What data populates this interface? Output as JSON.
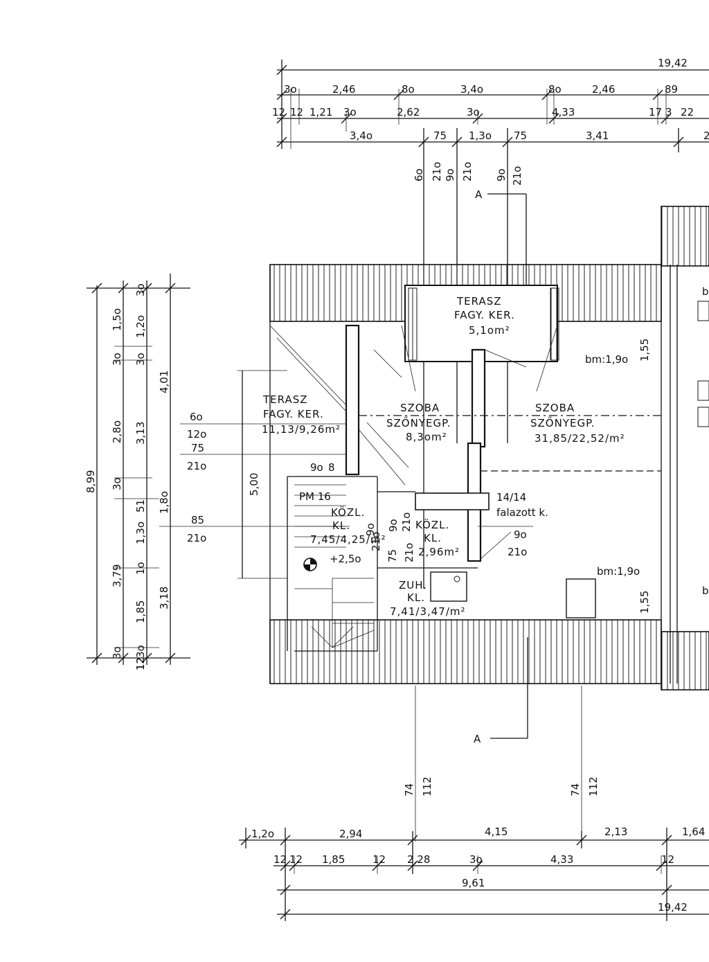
{
  "dims_top": {
    "row0": [
      "19,42"
    ],
    "row1": [
      "3o",
      "2,46",
      "8o",
      "3,4o",
      "8o",
      "2,46",
      "89"
    ],
    "row2": [
      "12",
      "12",
      "1,21",
      "3o",
      "2,62",
      "3o",
      "4,33",
      "17",
      "3",
      "22"
    ],
    "row3": [
      "3,4o",
      "75",
      "1,3o",
      "75",
      "3,41",
      "2"
    ]
  },
  "dims_vertical_top": [
    "6o",
    "21o",
    "9o",
    "21o",
    "9o",
    "21o"
  ],
  "dims_left": {
    "total": "8,99",
    "col1": [
      "3,79",
      "3o"
    ],
    "col2": [
      "1,5o",
      "3o",
      "2,8o",
      "3o",
      "1,3o",
      "1,85",
      "3o",
      "12"
    ],
    "col3": [
      "3o",
      "1,2o",
      "3o",
      "3,13",
      "51",
      "1o",
      "12"
    ],
    "col4": [
      "4,01",
      "1,8o",
      "3,18"
    ]
  },
  "openings_left": [
    "6o",
    "12o",
    "75",
    "21o",
    "85",
    "21o"
  ],
  "dim_500": "5,00",
  "section_labels": [
    "A",
    "A"
  ],
  "rooms": [
    {
      "name": "TERASZ",
      "sub": "FAGY. KER.",
      "area": "5,1om²"
    },
    {
      "name": "TERASZ",
      "sub": "FAGY. KER.",
      "area": "11,13/9,26m²"
    },
    {
      "name": "SZOBA",
      "sub": "SZŐNYEGP.",
      "area": "8,3om²"
    },
    {
      "name": "SZOBA",
      "sub": "SZŐNYEGP.",
      "area": "31,85/22,52/m²"
    },
    {
      "name": "KÖZL.",
      "sub": "KL.",
      "area": "7,45/4,25/m²"
    },
    {
      "name": "KÖZL.",
      "sub": "KL.",
      "area": "2,96m²"
    },
    {
      "name": "ZUH.",
      "sub": "KL.",
      "area": "7,41/3,47/m²"
    }
  ],
  "annotations": {
    "bm1": "bm:1,9o",
    "bm1_dim": "1,55",
    "bm2": "bm:1,9o",
    "bm2_dim": "1,55",
    "pm": "PM 16",
    "level": "+2,5o",
    "wall_note": "14/14",
    "wall_note2": "falazott k.",
    "door1": "9o",
    "door1b": "21o",
    "door2": "9o",
    "door2b": "21o",
    "door3": "75",
    "door3b": "21o",
    "door4": "9o",
    "door4b": "21o",
    "stair": "9o",
    "stair2": "8",
    "b1": "b",
    "b2": "b"
  },
  "dims_vertical_bottom": [
    "74",
    "112",
    "74",
    "112"
  ],
  "dims_bottom": {
    "row1": [
      "1,2o",
      "2,94",
      "4,15",
      "2,13",
      "1,64"
    ],
    "row2": [
      "12",
      "12",
      "1,85",
      "12",
      "2,28",
      "3o",
      "4,33",
      "12"
    ],
    "row3": [
      "9,61"
    ],
    "row4": [
      "19,42"
    ]
  }
}
